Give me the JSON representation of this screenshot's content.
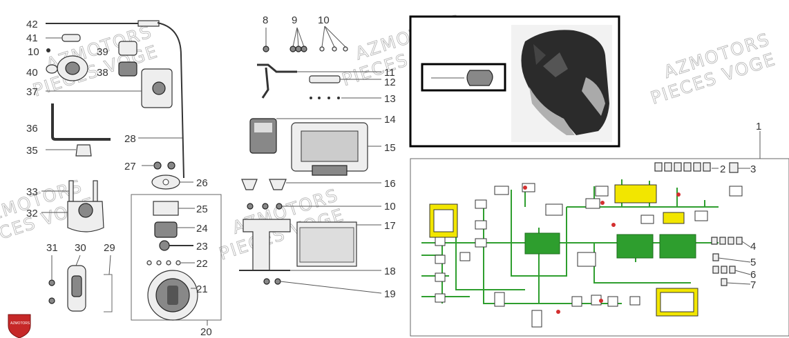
{
  "watermark": {
    "line1": "AZMOTORS",
    "line2": "PIECES VOGE"
  },
  "logo": {
    "text": "AZMOTORS",
    "brand_color": "#c62828"
  },
  "callouts": {
    "n1": "1",
    "n2": "2",
    "n3": "3",
    "n4": "4",
    "n5": "5",
    "n6": "6",
    "n7": "7",
    "n8": "8",
    "n9": "9",
    "n10a": "10",
    "n10b": "10",
    "n10c": "10",
    "n11": "11",
    "n12": "12",
    "n13": "13",
    "n14": "14",
    "n15": "15",
    "n16": "16",
    "n17": "17",
    "n18": "18",
    "n19": "19",
    "n20": "20",
    "n21": "21",
    "n22": "22",
    "n23": "23",
    "n24": "24",
    "n25": "25",
    "n26": "26",
    "n27": "27",
    "n28": "28",
    "n29": "29",
    "n30": "30",
    "n31": "31",
    "n32": "32",
    "n33": "33",
    "n35": "35",
    "n36": "36",
    "n37": "37",
    "n38": "38",
    "n39": "39",
    "n40": "40",
    "n41": "41",
    "n42": "42"
  },
  "colors": {
    "wiring_green": "#2e9e2e",
    "highlight_yellow": "#f2e600",
    "wire_red": "#d32f2f"
  }
}
